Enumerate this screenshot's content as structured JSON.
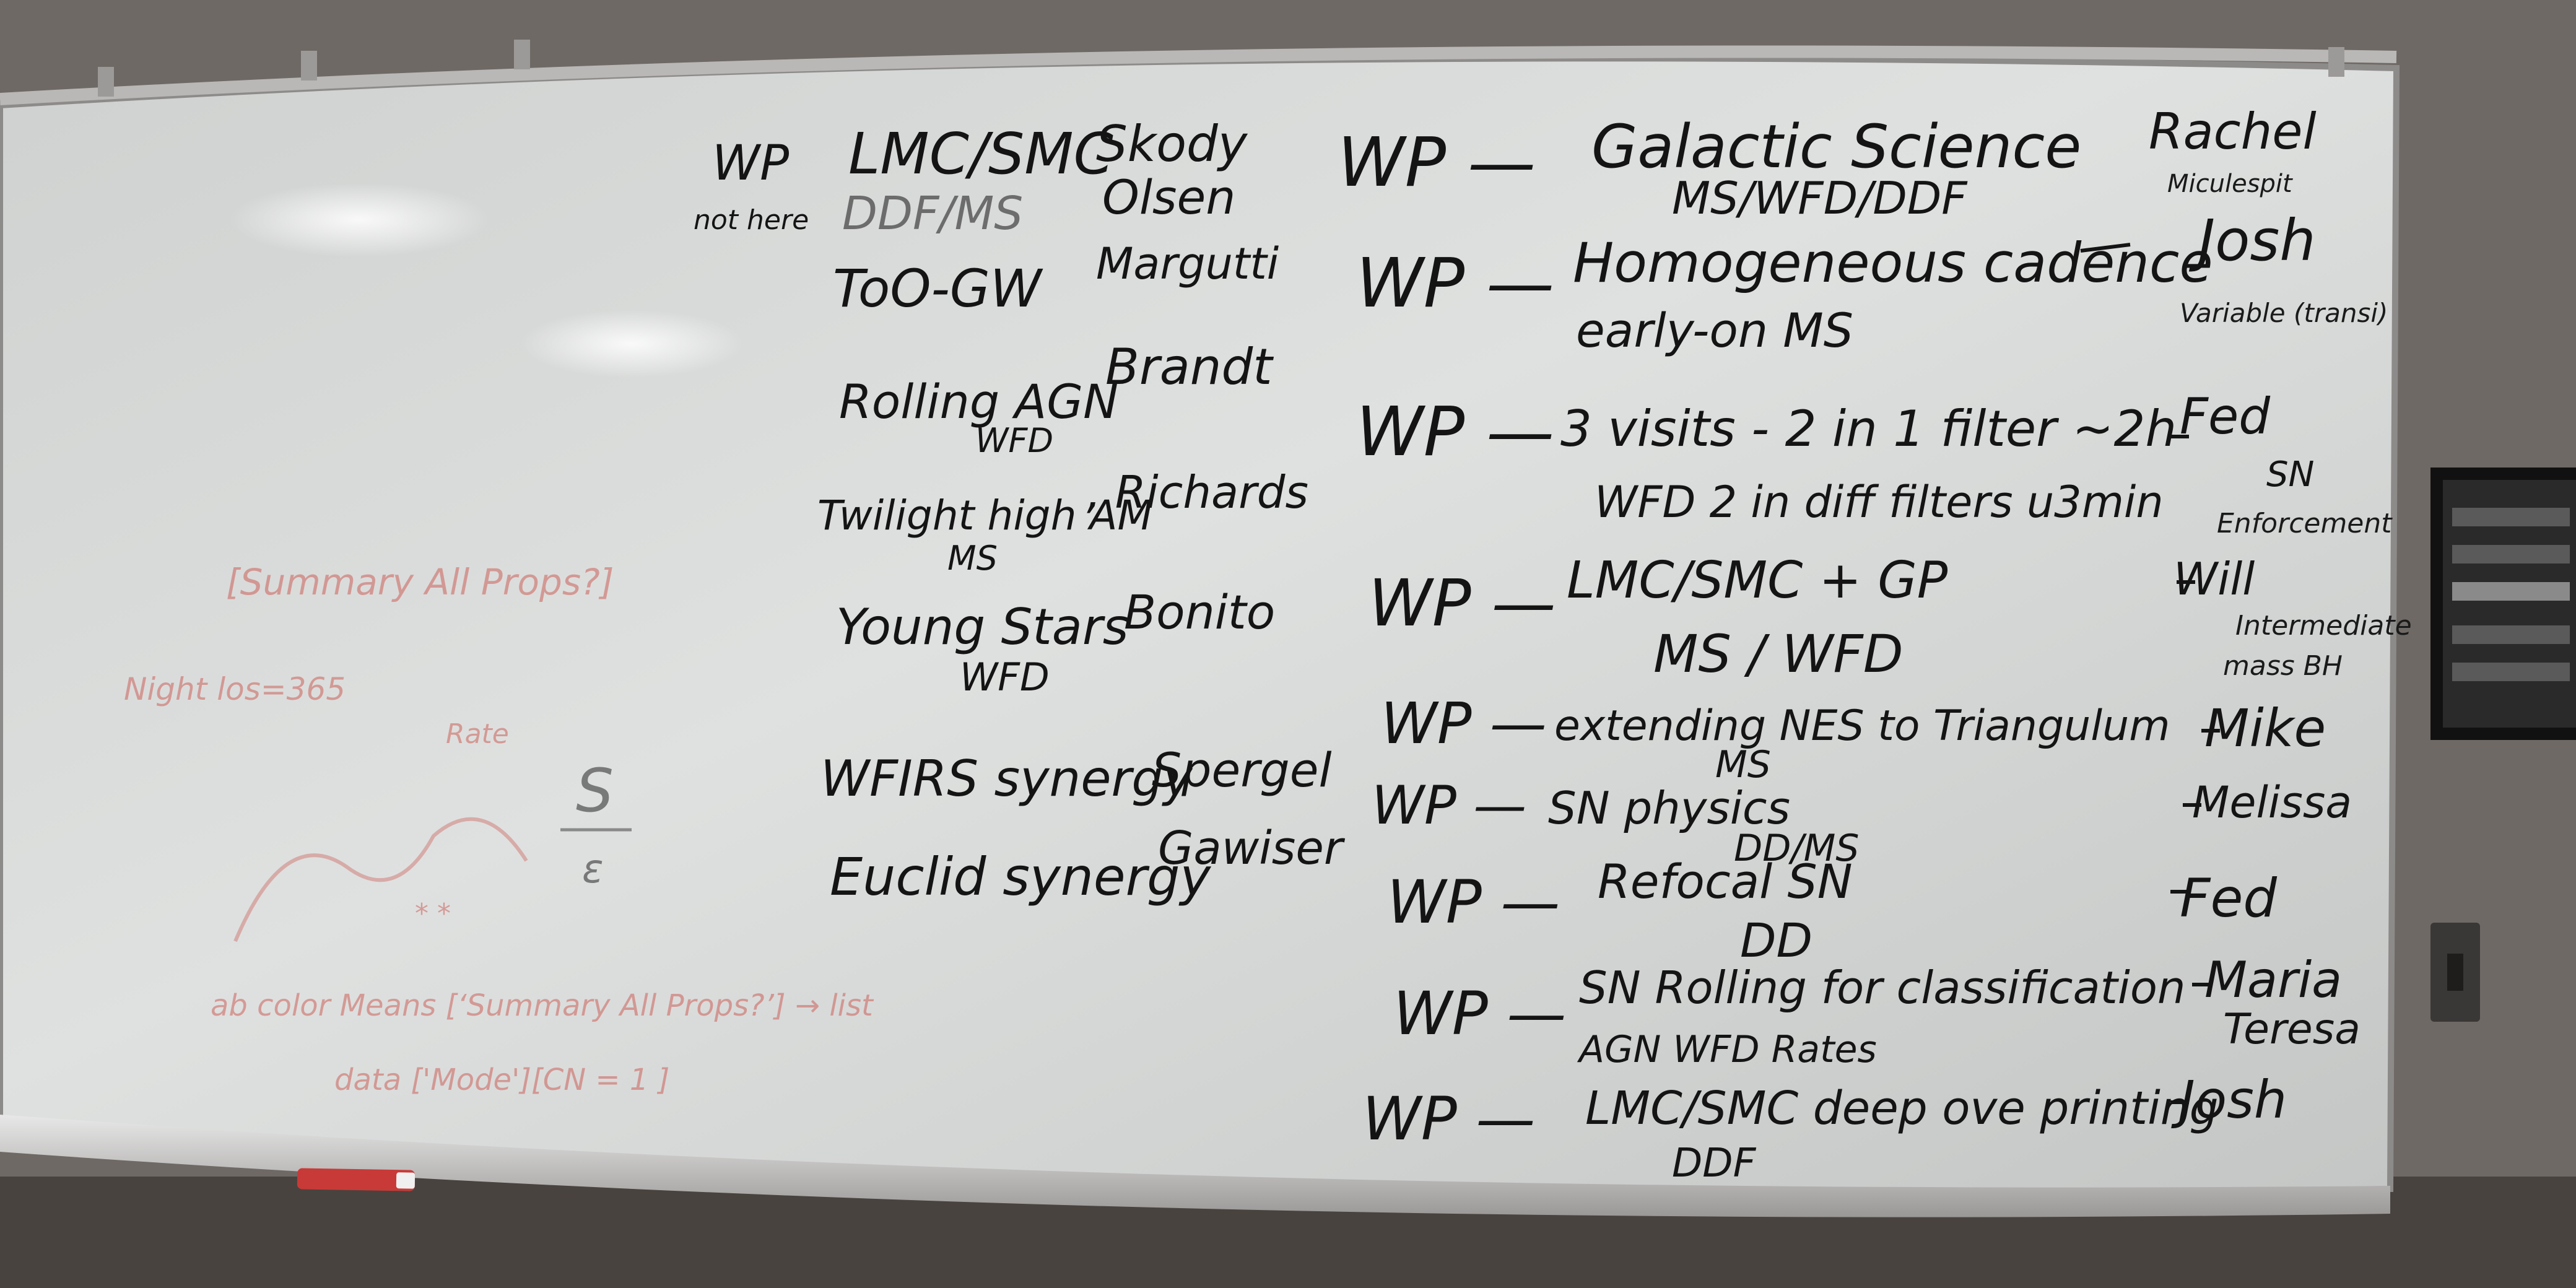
{
  "whiteboard": {
    "left_column": [
      {
        "topic": "LMC/SMC",
        "sub": "DDF/MS",
        "name": "Skody",
        "name2": "Olsen",
        "tag": "WP",
        "note": "not here"
      },
      {
        "topic": "ToO-GW",
        "name": "Margutti"
      },
      {
        "topic": "Rolling AGN",
        "sub": "WFD",
        "name": "Brandt"
      },
      {
        "topic": "Twilight high AM",
        "sub": "MS",
        "name": ", Richards"
      },
      {
        "topic": "Young Stars",
        "sub": "WFD",
        "name": "Bonito"
      },
      {
        "topic": "WFIRS synergy",
        "name": "Spergel"
      },
      {
        "topic": "Euclid synergy",
        "name": "Gawiser"
      }
    ],
    "right_column": [
      {
        "wp": "WP —",
        "title": "Galactic Science",
        "sub": "MS/WFD/DDF",
        "who": "Rachel",
        "who2": "Miculespit"
      },
      {
        "wp": "WP —",
        "title": "Homogeneous cadence",
        "sub": "early-on MS",
        "who": "Josh",
        "who2": "Variable (transi)"
      },
      {
        "wp": "WP —",
        "title": "3 visits - 2 in 1 filter ~2h",
        "sub": "WFD    2 in diff filters u3min",
        "who": "Fed",
        "who2": "SN",
        "who3": "Enforcement"
      },
      {
        "wp": "WP —",
        "title": "LMC/SMC + GP",
        "sub": "MS / WFD",
        "who": "Will",
        "who2": "Intermediate",
        "who3": "mass BH"
      },
      {
        "wp": "WP —",
        "title": "extending NES to Triangulum",
        "sub": "MS",
        "who": "Mike"
      },
      {
        "wp": "WP —",
        "title": "SN physics",
        "sub": "DD/MS",
        "who": "Melissa"
      },
      {
        "wp": "WP —",
        "title": "Refocal SN",
        "sub": "DD",
        "who": "Fed"
      },
      {
        "wp": "WP —",
        "title": "SN    Rolling for classification",
        "sub": "AGN      WFD        Rates",
        "who": "Maria",
        "who2": "Teresa"
      },
      {
        "wp": "WP —",
        "title": "LMC/SMC deep ove printing",
        "sub": "DDF",
        "who": "Josh"
      }
    ],
    "faded_red": {
      "line1": "[Summary All Props?]",
      "line2": "Night    los=365",
      "line3": "Rate",
      "line4": "ab color Means [‘Summary All Props?’]  → list",
      "line5": "data ['Mode'][CN = 1 ]",
      "frac_top": "S",
      "frac_bot": "ε"
    }
  },
  "sign": {
    "title": "",
    "accent": "#1b1b1b"
  },
  "colors": {
    "board": "#dcdedd",
    "wall": "#6d6864",
    "ink": "#141414",
    "marker_red": "#c83a37"
  }
}
